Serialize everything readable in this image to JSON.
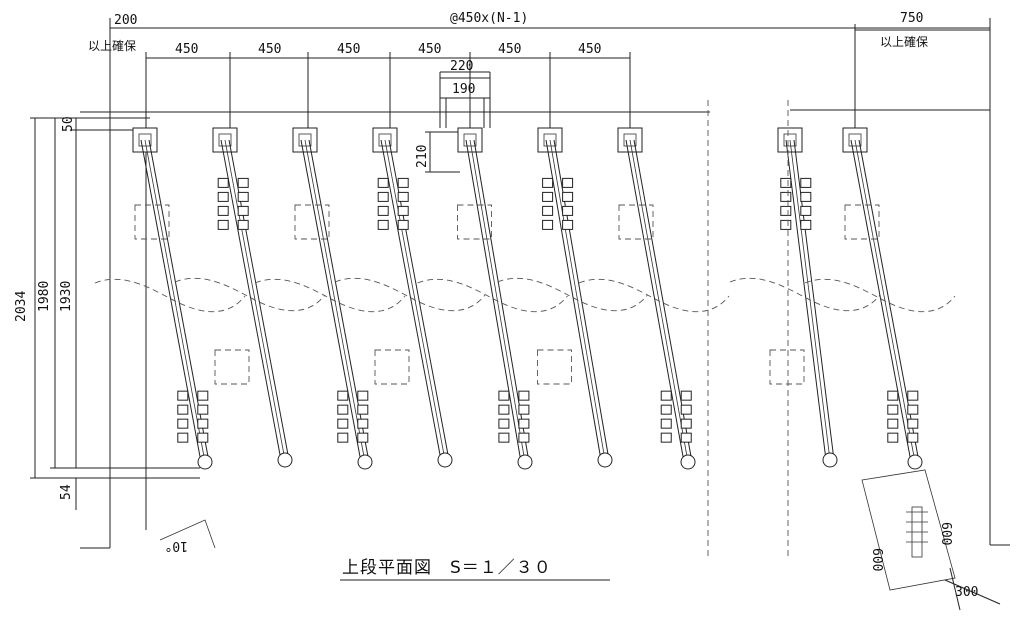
{
  "drawing": {
    "title": "上段平面図　S＝１／３０",
    "dims": {
      "top_left": "200",
      "top_pitch": "@450x(N-1)",
      "top_right": "750",
      "secure_left": "以上確保",
      "secure_right": "以上確保",
      "pitch": [
        "450",
        "450",
        "450",
        "450",
        "450",
        "450"
      ],
      "w220": "220",
      "w190": "190",
      "h210": "210",
      "v50": "50",
      "v2034": "2034",
      "v1980": "1980",
      "v1930": "1930",
      "v54": "54",
      "angle": "10°",
      "d600a": "600",
      "d600b": "600",
      "d300": "300"
    }
  }
}
